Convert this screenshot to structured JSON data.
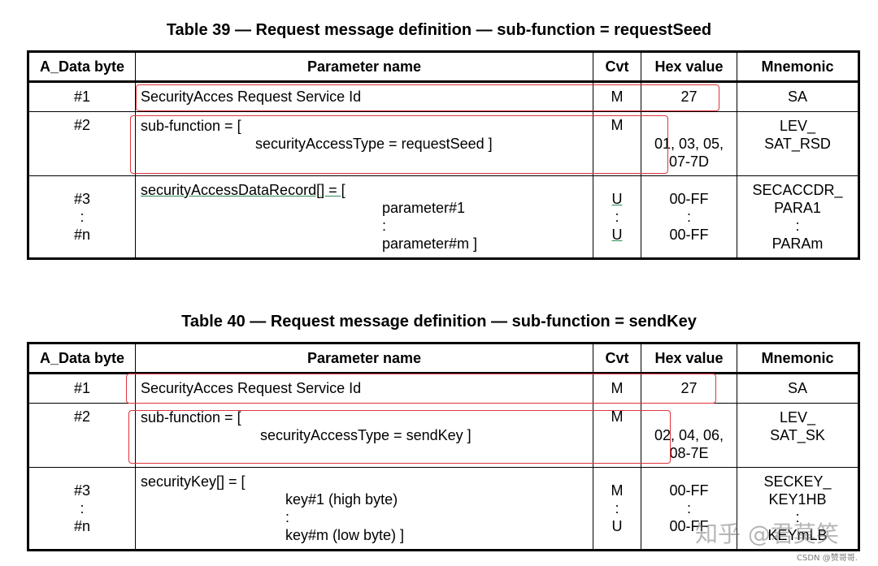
{
  "tables": [
    {
      "caption": "Table 39 — Request message definition — sub-function = requestSeed",
      "headers": [
        "A_Data byte",
        "Parameter name",
        "Cvt",
        "Hex value",
        "Mnemonic"
      ],
      "rows": [
        {
          "byte": [
            "#1"
          ],
          "param": [
            "SecurityAcces Request Service Id"
          ],
          "cvt": [
            "M"
          ],
          "hex": [
            "27"
          ],
          "mnemonic": [
            "SA"
          ]
        },
        {
          "byte": [
            "#2"
          ],
          "param": [
            "sub-function = [",
            "securityAccessType = requestSeed ]"
          ],
          "cvt": [
            "M"
          ],
          "hex": [
            "01, 03, 05,",
            "07-7D"
          ],
          "mnemonic": [
            "LEV_",
            "SAT_RSD"
          ]
        },
        {
          "byte": [
            "",
            "#3",
            ":",
            "#n"
          ],
          "param": [
            "securityAccessDataRecord[] = [",
            "parameter#1",
            ":",
            "parameter#m ]"
          ],
          "cvt": [
            "",
            "U",
            ":",
            "U"
          ],
          "hex": [
            "",
            "00-FF",
            ":",
            "00-FF"
          ],
          "mnemonic": [
            "SECACCDR_",
            "PARA1",
            ":",
            "PARAm"
          ]
        }
      ]
    },
    {
      "caption": "Table 40 — Request message definition — sub-function = sendKey",
      "headers": [
        "A_Data byte",
        "Parameter name",
        "Cvt",
        "Hex value",
        "Mnemonic"
      ],
      "rows": [
        {
          "byte": [
            "#1"
          ],
          "param": [
            "SecurityAcces Request Service Id"
          ],
          "cvt": [
            "M"
          ],
          "hex": [
            "27"
          ],
          "mnemonic": [
            "SA"
          ]
        },
        {
          "byte": [
            "#2"
          ],
          "param": [
            "sub-function = [",
            "securityAccessType = sendKey ]"
          ],
          "cvt": [
            "M"
          ],
          "hex": [
            "02, 04, 06,",
            "08-7E"
          ],
          "mnemonic": [
            "LEV_",
            "SAT_SK"
          ]
        },
        {
          "byte": [
            "",
            "#3",
            ":",
            "#n"
          ],
          "param": [
            "securityKey[] = [",
            "key#1 (high byte)",
            ":",
            "key#m (low byte) ]"
          ],
          "cvt": [
            "",
            "M",
            ":",
            "U"
          ],
          "hex": [
            "",
            "00-FF",
            ":",
            "00-FF"
          ],
          "mnemonic": [
            "SECKEY_",
            "KEY1HB",
            ":",
            "KEYmLB"
          ]
        }
      ]
    }
  ],
  "watermark": {
    "zhihu": "知乎 @君莫笑",
    "csdn": "CSDN @赞哥哥."
  },
  "colors": {
    "highlight": "#e0343a",
    "underline": "#2e8b57"
  }
}
